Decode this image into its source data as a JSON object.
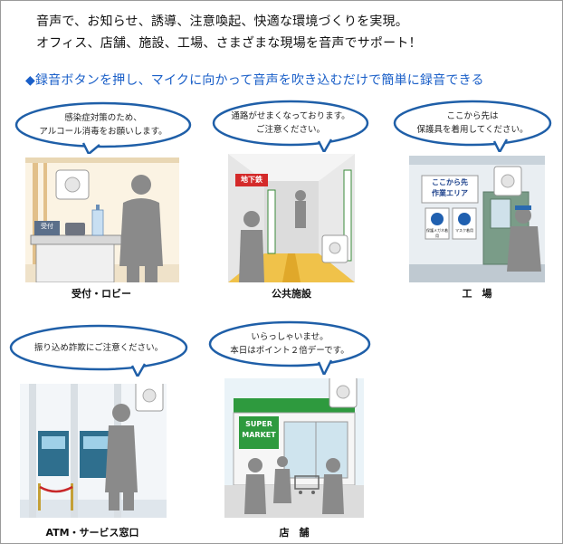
{
  "intro": {
    "line1": "音声で、お知らせ、誘導、注意喚起、快適な環境づくりを実現。",
    "line2": "オフィス、店舗、施設、工場、さまざまな現場を音声でサポート！"
  },
  "feature": {
    "bullet": "◆",
    "text": "録音ボタンを押し、マイクに向かって音声を吹き込むだけで簡単に録音できる"
  },
  "scenes": {
    "reception": {
      "caption": "受付・ロビー",
      "bubble_line1": "感染症対策のため、",
      "bubble_line2": "アルコール消毒をお願いします。",
      "counter_sign": "受付"
    },
    "public": {
      "caption": "公共施設",
      "bubble_line1": "通路がせまくなっております。",
      "bubble_line2": "ご注意ください。",
      "sign": "地下鉄"
    },
    "factory": {
      "caption": "工　場",
      "bubble_line1": "ここから先は",
      "bubble_line2": "保護具を着用してください。",
      "sign_line1": "ここから先",
      "sign_line2": "作業エリア",
      "poster1": "保護メガネ着用",
      "poster2": "マスク着用"
    },
    "atm": {
      "caption": "ATM・サービス窓口",
      "bubble_line1": "振り込め詐欺にご注意ください。"
    },
    "store": {
      "caption": "店　舗",
      "bubble_line1": "いらっしゃいませ。",
      "bubble_line2": "本日はポイント２倍デーです。",
      "sign_line1": "SUPER",
      "sign_line2": "MARKET"
    }
  },
  "colors": {
    "feature_blue": "#1a5fc8",
    "bubble_border": "#1f5fa8",
    "figure_gray": "#8a8a8a",
    "store_green": "#2e9a3e"
  }
}
